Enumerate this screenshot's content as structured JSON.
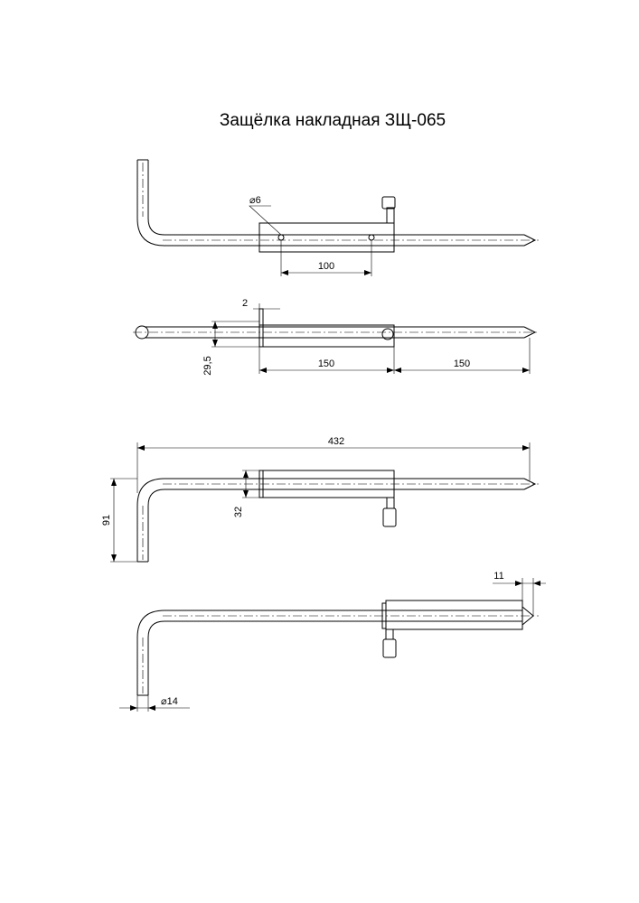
{
  "title": "Защёлка накладная ЗЩ-065",
  "dimensions": {
    "v1_hole_diameter": "6",
    "v1_hole_spacing": "100",
    "v2_offset": "2",
    "v2_height": "29,5",
    "v2_length_a": "150",
    "v2_length_b": "150",
    "v3_overall_length": "432",
    "v3_bend_height": "91",
    "v3_housing_height": "32",
    "v4_tip_length": "11",
    "v4_rod_diameter": "14"
  },
  "symbols": {
    "diameter": "⌀"
  }
}
